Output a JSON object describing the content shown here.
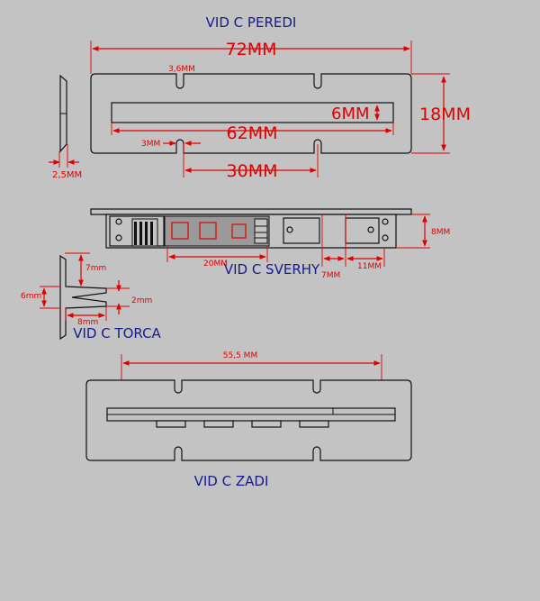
{
  "views": {
    "front": "VID C PEREDI",
    "top": "VID C SVERHY",
    "side": "VID C TORCA",
    "back": "VID C ZADI"
  },
  "dimensions": {
    "total_length": "72MM",
    "height": "18MM",
    "slot_length": "62MM",
    "slot_height": "6MM",
    "notch_spacing": "30MM",
    "notch_width_top": "3,6MM",
    "notch_width_bottom": "3MM",
    "thickness": "2,5MM",
    "side_top": "7mm",
    "side_width": "6mm",
    "side_gap": "2mm",
    "side_depth": "8mm",
    "top_height": "8MM",
    "board_length": "20MM",
    "gap_length": "7MM",
    "connector_length": "11MM",
    "back_span": "55,5 MM"
  },
  "colors": {
    "background": "#c3c3c3",
    "dimension": "#e00000",
    "title": "#1a1a8c",
    "outline": "#111111",
    "board": "#8a8a8a",
    "chip_outline": "#e00000"
  }
}
